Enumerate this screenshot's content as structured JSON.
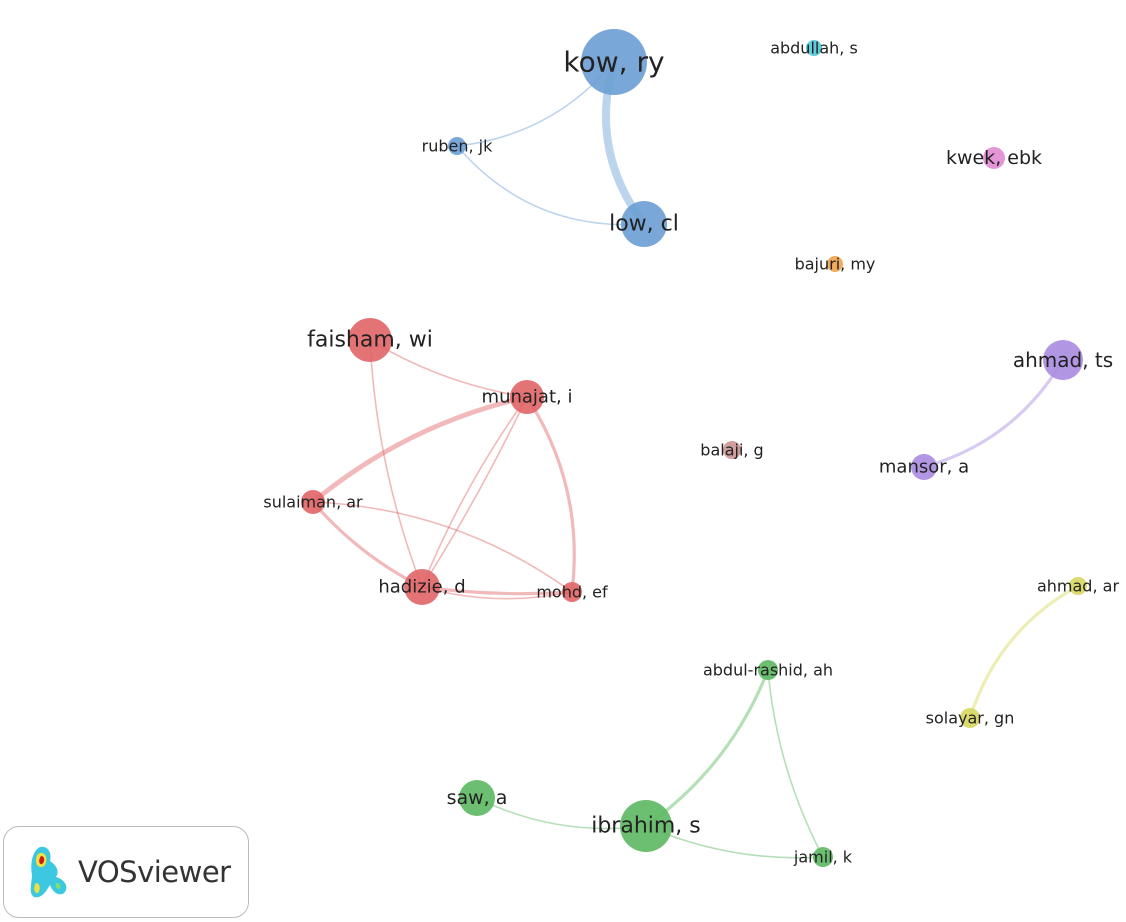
{
  "app": {
    "logo_text": "VOSviewer"
  },
  "clusters": {
    "blue": "#6a9fd4",
    "cyan": "#4fc6da",
    "pink": "#e18ad2",
    "orange": "#f0a24e",
    "red": "#e06466",
    "purple": "#a98ce0",
    "brown": "#c99592",
    "yellow": "#d6d65e",
    "green": "#5cb860"
  },
  "nodes": [
    {
      "id": "kow",
      "label": "kow, ry",
      "cluster": "blue",
      "weight": 10
    },
    {
      "id": "abdullah",
      "label": "abdullah, s",
      "cluster": "cyan",
      "weight": 1
    },
    {
      "id": "ruben",
      "label": "ruben, jk",
      "cluster": "blue",
      "weight": 1
    },
    {
      "id": "kwek",
      "label": "kwek, ebk",
      "cluster": "pink",
      "weight": 2
    },
    {
      "id": "low",
      "label": "low, cl",
      "cluster": "blue",
      "weight": 6
    },
    {
      "id": "bajuri",
      "label": "bajuri, my",
      "cluster": "orange",
      "weight": 1
    },
    {
      "id": "faisham",
      "label": "faisham, wi",
      "cluster": "red",
      "weight": 5
    },
    {
      "id": "munajat",
      "label": "munajat, i",
      "cluster": "red",
      "weight": 3
    },
    {
      "id": "ahmadts",
      "label": "ahmad, ts",
      "cluster": "purple",
      "weight": 4
    },
    {
      "id": "balaji",
      "label": "balaji, g",
      "cluster": "brown",
      "weight": 1
    },
    {
      "id": "mansor",
      "label": "mansor, a",
      "cluster": "purple",
      "weight": 2
    },
    {
      "id": "sulaiman",
      "label": "sulaiman, ar",
      "cluster": "red",
      "weight": 2
    },
    {
      "id": "hadizie",
      "label": "hadizie, d",
      "cluster": "red",
      "weight": 3
    },
    {
      "id": "mohd",
      "label": "mohd, ef",
      "cluster": "red",
      "weight": 1
    },
    {
      "id": "ahmadar",
      "label": "ahmad, ar",
      "cluster": "yellow",
      "weight": 1
    },
    {
      "id": "abdulrashid",
      "label": "abdul-rashid, ah",
      "cluster": "green",
      "weight": 1
    },
    {
      "id": "solayar",
      "label": "solayar, gn",
      "cluster": "yellow",
      "weight": 1
    },
    {
      "id": "saw",
      "label": "saw, a",
      "cluster": "green",
      "weight": 3
    },
    {
      "id": "ibrahim",
      "label": "ibrahim, s",
      "cluster": "green",
      "weight": 6
    },
    {
      "id": "jamil",
      "label": "jamil, k",
      "cluster": "green",
      "weight": 1
    }
  ],
  "links": [
    {
      "source": "kow",
      "target": "low",
      "strength": 5
    },
    {
      "source": "kow",
      "target": "ruben",
      "strength": 1
    },
    {
      "source": "ruben",
      "target": "low",
      "strength": 1
    },
    {
      "source": "faisham",
      "target": "munajat",
      "strength": 1
    },
    {
      "source": "faisham",
      "target": "hadizie",
      "strength": 1
    },
    {
      "source": "munajat",
      "target": "sulaiman",
      "strength": 3
    },
    {
      "source": "munajat",
      "target": "hadizie",
      "strength": 1
    },
    {
      "source": "munajat",
      "target": "hadizie",
      "strength": 1
    },
    {
      "source": "munajat",
      "target": "mohd",
      "strength": 2
    },
    {
      "source": "sulaiman",
      "target": "hadizie",
      "strength": 2
    },
    {
      "source": "sulaiman",
      "target": "mohd",
      "strength": 1
    },
    {
      "source": "hadizie",
      "target": "mohd",
      "strength": 2
    },
    {
      "source": "hadizie",
      "target": "mohd",
      "strength": 1
    },
    {
      "source": "ahmadts",
      "target": "mansor",
      "strength": 2
    },
    {
      "source": "ahmadar",
      "target": "solayar",
      "strength": 2
    },
    {
      "source": "abdulrashid",
      "target": "ibrahim",
      "strength": 2
    },
    {
      "source": "abdulrashid",
      "target": "jamil",
      "strength": 1
    },
    {
      "source": "saw",
      "target": "ibrahim",
      "strength": 1
    },
    {
      "source": "ibrahim",
      "target": "jamil",
      "strength": 1
    }
  ]
}
